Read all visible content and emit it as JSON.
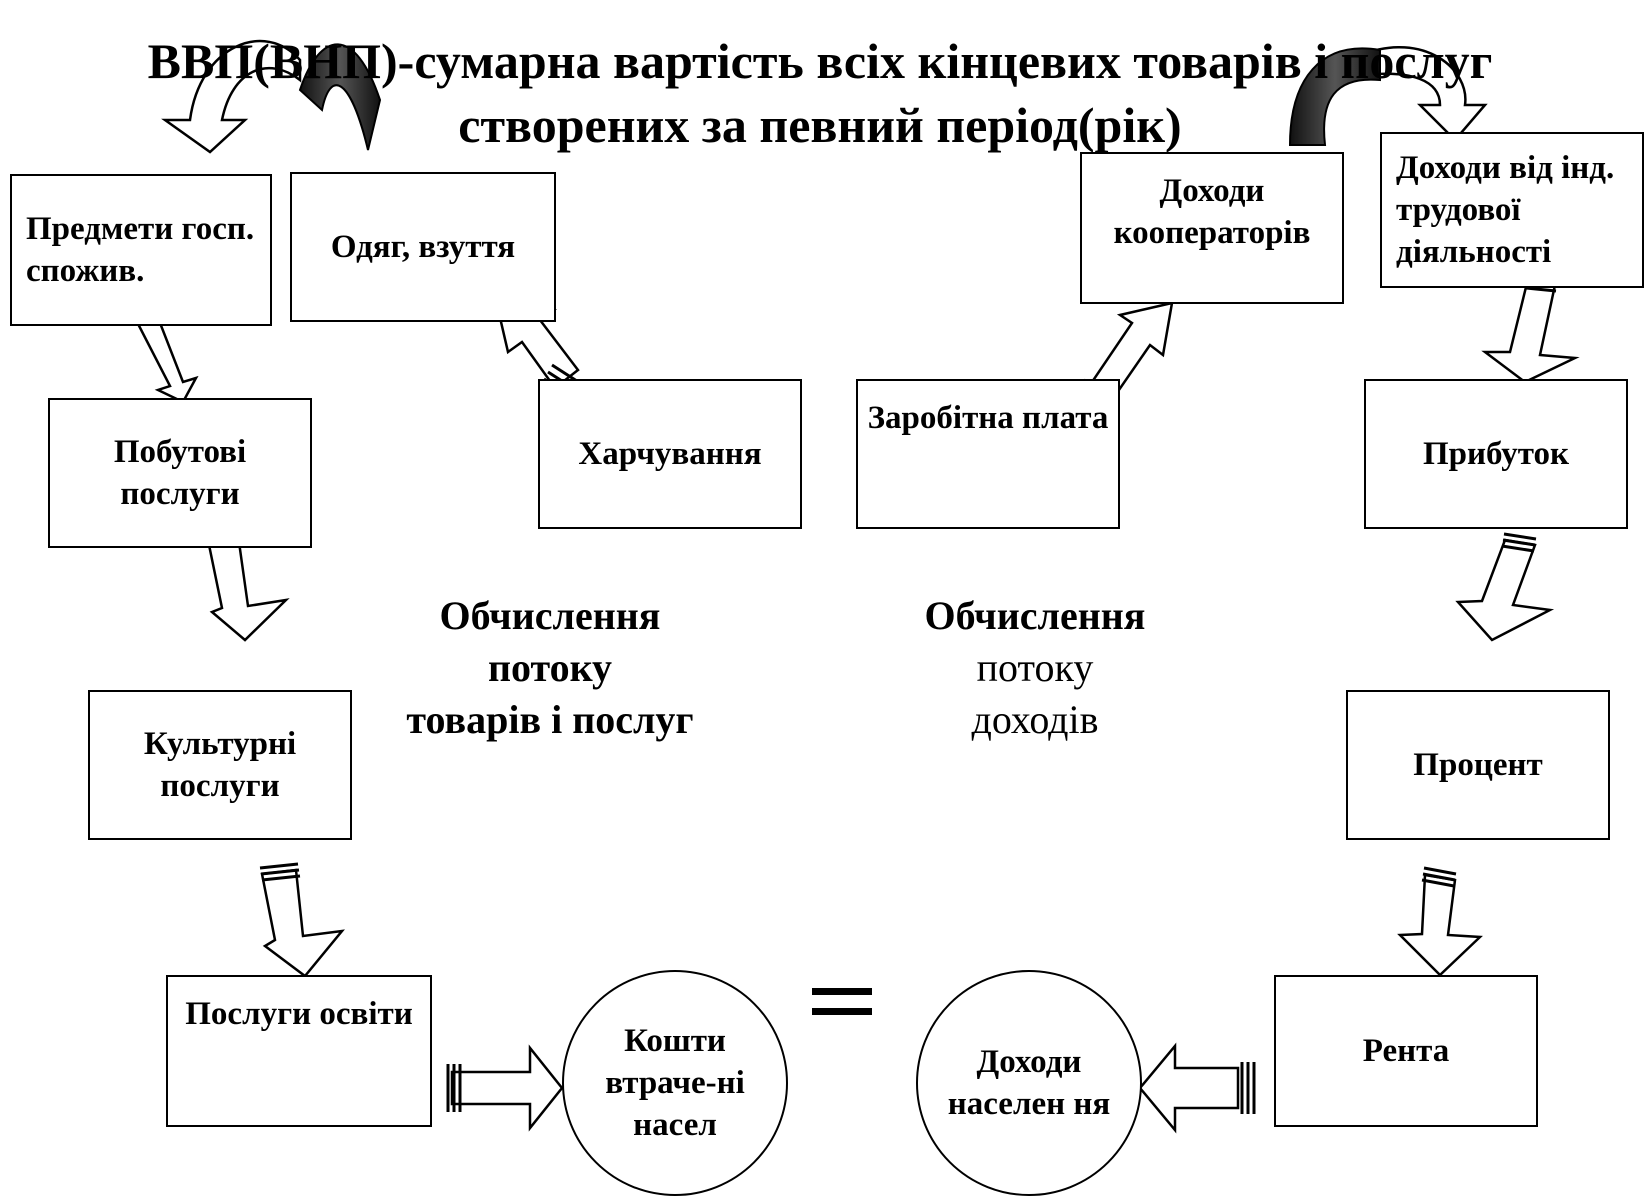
{
  "title": {
    "line1": "ВВП(ВНП)-сумарна вартість всіх кінцевих товарів і послуг",
    "line2": "створених за певний період(рік)"
  },
  "goods_flow": {
    "consumer_items": "Предмети госп. спожив.",
    "clothing": "Одяг, взуття",
    "household_services": "Побутові послуги",
    "food": "Харчування",
    "cultural_services": "Культурні послуги",
    "education_services": "Послуги освіти"
  },
  "income_flow": {
    "cooperative_income": "Доходи кооператорів",
    "self_employment_income": "Доходи від інд. трудової діяльності",
    "wages": "Заробітна плата",
    "profit": "Прибуток",
    "interest": "Процент",
    "rent": "Рента"
  },
  "labels": {
    "goods_line1": "Обчислення",
    "goods_line2": "потоку",
    "goods_line3": "товарів і послуг",
    "income_line1": "Обчислення",
    "income_line2": "потоку",
    "income_line3": "доходів"
  },
  "result": {
    "spending": "Кошти втраче-ні насел",
    "income": "Доходи населен ня"
  }
}
